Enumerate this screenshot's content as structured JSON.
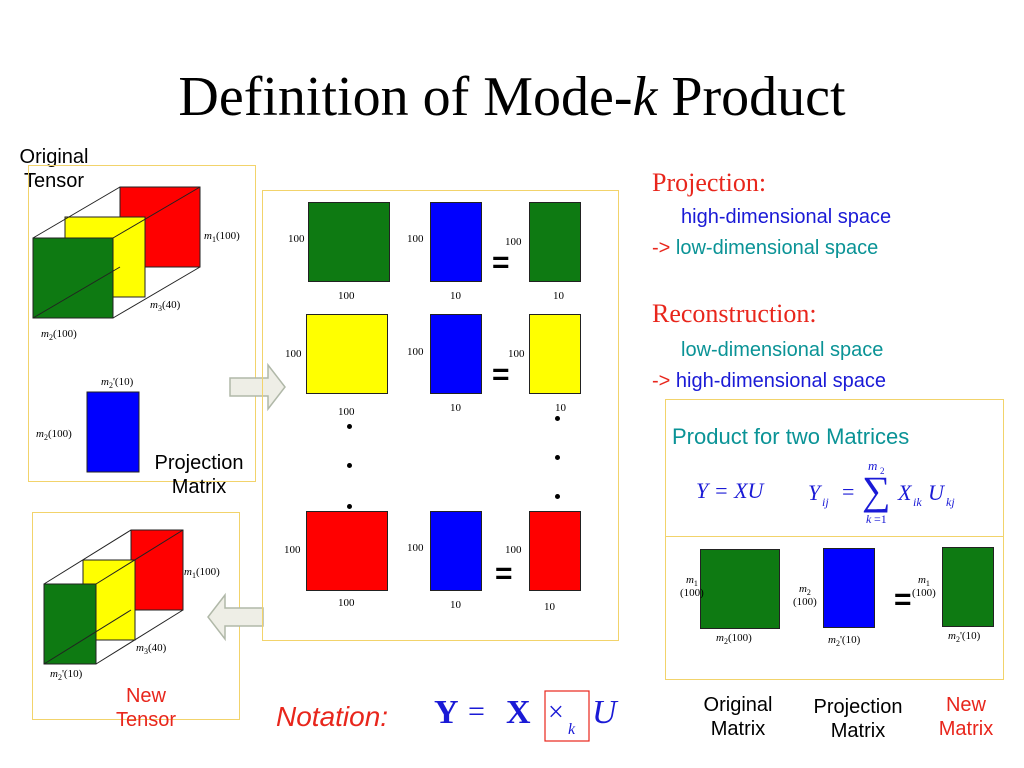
{
  "title": {
    "prefix": "Definition of Mode-",
    "k": "k",
    "suffix": " Product"
  },
  "left": {
    "original_tensor": [
      "Original",
      "Tensor"
    ],
    "tensor_dims": {
      "m1": "(100)",
      "m3": "(40)",
      "m2": "(100)"
    },
    "projection_dims": {
      "m2p": "'(10)",
      "m2": "(100)"
    },
    "projection_matrix": [
      "Projection",
      "Matrix"
    ],
    "new_tensor_dims": {
      "m1": "(100)",
      "m3": "(40)",
      "m2p": "'(10)"
    },
    "new_tensor": [
      "New",
      "Tensor"
    ]
  },
  "middle": {
    "rows": [
      {
        "a_left": "100",
        "a_bottom": "100",
        "b_left": "100",
        "b_bottom": "10",
        "c_left": "100",
        "c_bottom": "10"
      },
      {
        "a_left": "100",
        "a_bottom": "100",
        "b_left": "100",
        "b_bottom": "10",
        "c_left": "100",
        "c_bottom": "10"
      },
      {
        "a_left": "100",
        "a_bottom": "100",
        "b_left": "100",
        "b_bottom": "10",
        "c_left": "100",
        "c_bottom": "10"
      }
    ],
    "equals": "="
  },
  "right": {
    "projection_title": "Projection:",
    "projection_line1": "high-dimensional space",
    "projection_arrow": "->",
    "projection_line2": "low-dimensional space",
    "reconstruction_title": "Reconstruction:",
    "reconstruction_line1": "low-dimensional space",
    "reconstruction_arrow": "->",
    "reconstruction_line2": "high-dimensional space",
    "product_title": "Product for two Matrices",
    "formula_simple": "Y = XU",
    "matrix_dims": {
      "orig_left": "(100)",
      "orig_bottom": "(100)",
      "proj_left": "(100)",
      "proj_bottom": "'(10)",
      "new_left": "(100)",
      "new_bottom": "'(10)"
    },
    "captions": {
      "original": [
        "Original",
        "Matrix"
      ],
      "projection": [
        "Projection",
        "Matrix"
      ],
      "new": [
        "New",
        "Matrix"
      ]
    }
  },
  "notation": {
    "label": "Notation:"
  },
  "colors": {
    "green": "#0e7a12",
    "yellow": "#ffff00",
    "red": "#ff0000",
    "blue": "#0000ff",
    "accent_red": "#e8261c",
    "accent_blue": "#1a1ad6",
    "accent_teal": "#0a9396"
  }
}
